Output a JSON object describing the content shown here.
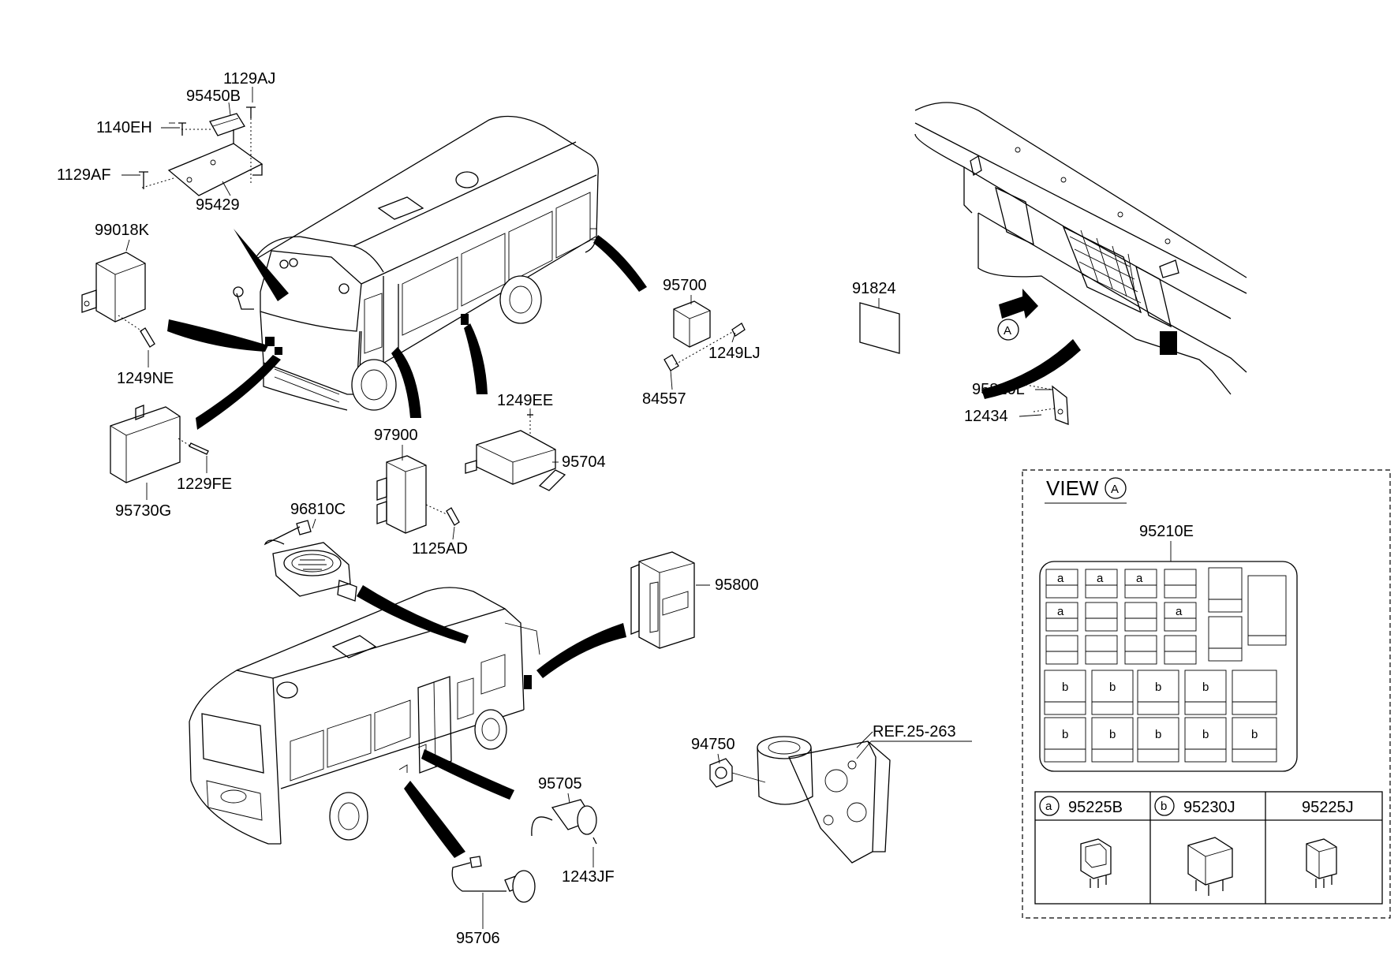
{
  "diagram_title": "",
  "parts": {
    "p_1129AJ": "1129AJ",
    "p_95450B": "95450B",
    "p_1140EH": "1140EH",
    "p_1129AF": "1129AF",
    "p_95429": "95429",
    "p_99018K": "99018K",
    "p_1249NE": "1249NE",
    "p_1229FE": "1229FE",
    "p_95730G": "95730G",
    "p_95700": "95700",
    "p_1249LJ": "1249LJ",
    "p_84557": "84557",
    "p_1249EE": "1249EE",
    "p_97900": "97900",
    "p_95704": "95704",
    "p_96810C": "96810C",
    "p_1125AD": "1125AD",
    "p_95800": "95800",
    "p_91824": "91824",
    "p_95810L": "95810L",
    "p_12434": "12434",
    "p_94750": "94750",
    "p_ref": "REF.25-263",
    "p_95705": "95705",
    "p_1243JF": "1243JF",
    "p_95706": "95706"
  },
  "view": {
    "title": "VIEW",
    "marker": "A",
    "arrow_marker": "A",
    "fuse_box_part": "95210E",
    "cells_a": [
      "a",
      "a",
      "a",
      "a",
      "a"
    ],
    "cells_b": [
      "b",
      "b",
      "b",
      "b",
      "b",
      "b",
      "b",
      "b",
      "b"
    ],
    "legend": [
      {
        "marker": "a",
        "part": "95225B"
      },
      {
        "marker": "b",
        "part": "95230J"
      },
      {
        "marker": "",
        "part": "95225J"
      }
    ]
  }
}
